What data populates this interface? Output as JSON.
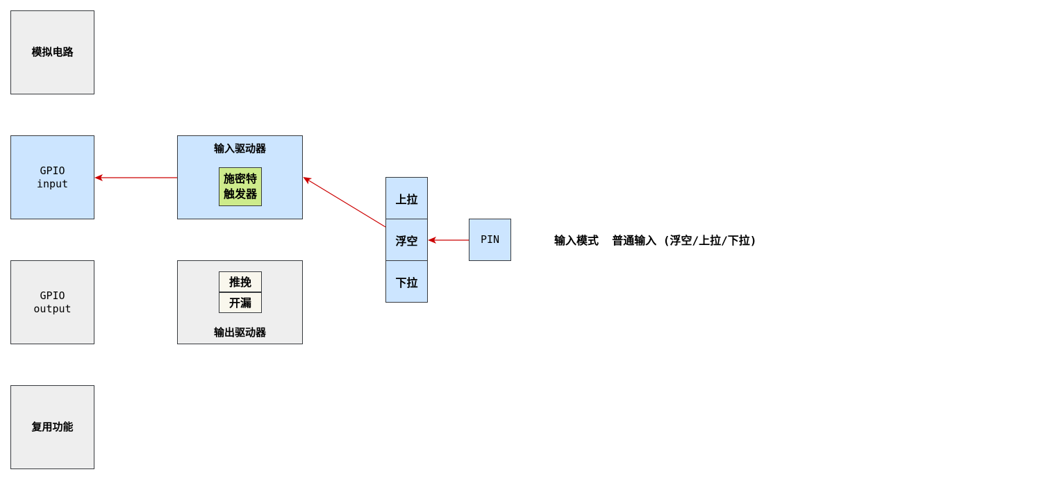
{
  "blocks": {
    "analog": {
      "label": "模拟电路"
    },
    "gpio_input": {
      "line1": "GPIO",
      "line2": "input"
    },
    "gpio_output": {
      "line1": "GPIO",
      "line2": "output"
    },
    "alt_function": {
      "label": "复用功能"
    }
  },
  "input_driver": {
    "title": "输入驱动器",
    "schmitt_line1": "施密特",
    "schmitt_line2": "触发器"
  },
  "output_driver": {
    "title": "输出驱动器",
    "push_pull": "推挽",
    "open_drain": "开漏"
  },
  "pull_config": {
    "pull_up": "上拉",
    "floating": "浮空",
    "pull_down": "下拉"
  },
  "pin": {
    "label": "PIN"
  },
  "mode": {
    "label": "输入模式  普通输入 (浮空/上拉/下拉)"
  },
  "colors": {
    "arrow": "#cc0000",
    "gray_fill": "#eeeeee",
    "blue_fill": "#cce5ff",
    "green_fill": "#cdeb8b",
    "cream_fill": "#f9f7ed",
    "stroke": "#36393d"
  }
}
